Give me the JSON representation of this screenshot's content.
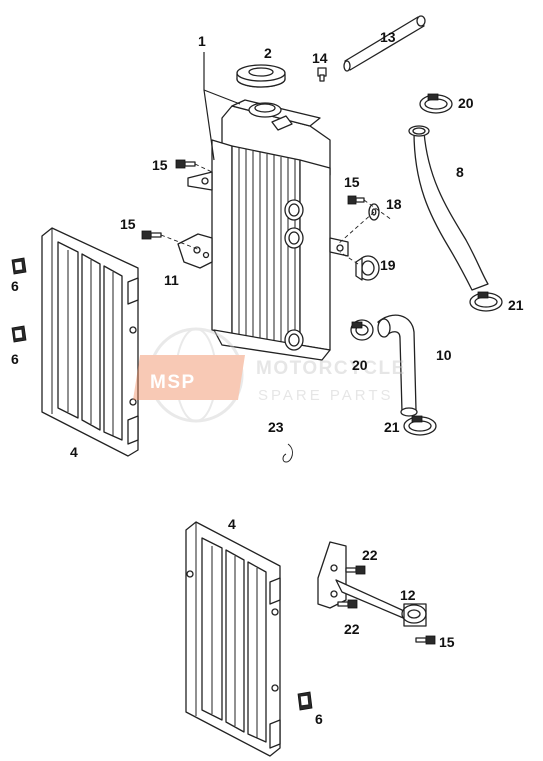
{
  "callouts": {
    "c1": "1",
    "c2": "2",
    "c13": "13",
    "c14": "14",
    "c20a": "20",
    "c8": "8",
    "c15a": "15",
    "c15b": "15",
    "c18": "18",
    "c15c": "15",
    "c19": "19",
    "c6a": "6",
    "c6b": "6",
    "c11": "11",
    "c21a": "21",
    "c20b": "20",
    "c10": "10",
    "c4a": "4",
    "c21b": "21",
    "c23": "23",
    "c4b": "4",
    "c22a": "22",
    "c12": "12",
    "c22b": "22",
    "c15d": "15",
    "c6c": "6"
  },
  "watermark": {
    "logo": "MSP",
    "line1": "MOTORCYCLE",
    "line2": "SPARE PARTS",
    "brand_color": "#f08a5d"
  }
}
